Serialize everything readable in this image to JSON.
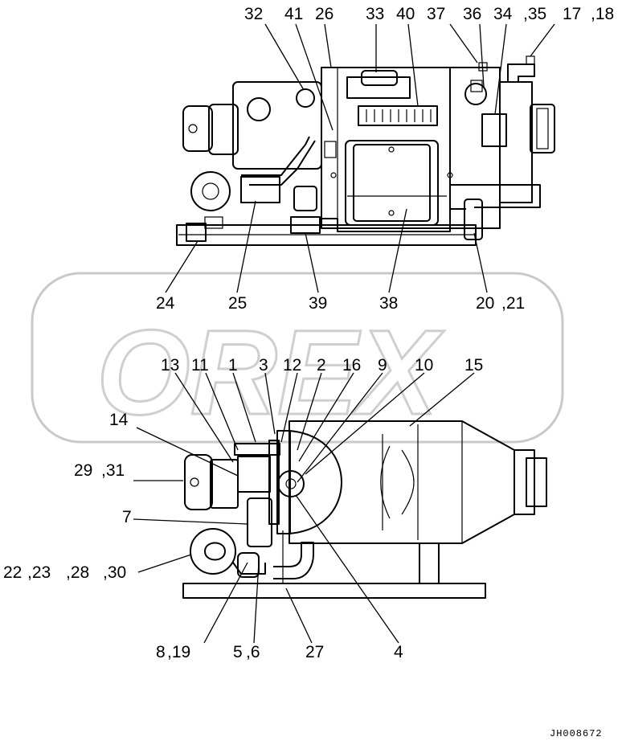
{
  "drawing_code": "JH008672",
  "watermark_text": "OREX",
  "callouts": {
    "c32": "32",
    "c41": "41",
    "c26": "26",
    "c33": "33",
    "c40": "40",
    "c37": "37",
    "c36": "36",
    "c34": "34",
    "c35": ",35",
    "c17": "17",
    "c18": ",18",
    "c24": "24",
    "c25": "25",
    "c39": "39",
    "c38": "38",
    "c20": "20",
    "c21": ",21",
    "c13": "13",
    "c11": "11",
    "c1": "1",
    "c3": "3",
    "c12": "12",
    "c2": "2",
    "c16": "16",
    "c9": "9",
    "c10": "10",
    "c15": "15",
    "c14": "14",
    "c29": "29",
    "c31": ",31",
    "c7": "7",
    "c22": "22",
    "c23": ",23",
    "c28": ",28",
    "c30": ",30",
    "c8": "8",
    "c19": ",19",
    "c5": "5",
    "c6": ",6",
    "c27": "27",
    "c4": "4"
  }
}
